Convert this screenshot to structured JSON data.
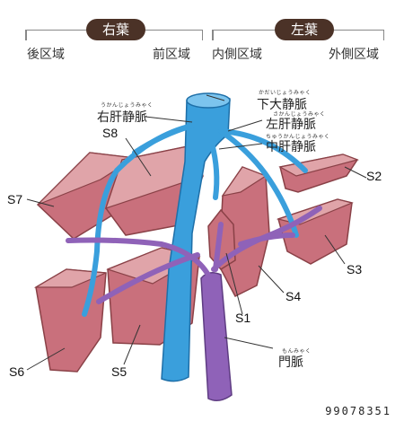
{
  "lobes": {
    "right": {
      "label": "右葉",
      "posterior": "後区域",
      "anterior": "前区域"
    },
    "left": {
      "label": "左葉",
      "medial": "内側区域",
      "lateral": "外側区域"
    }
  },
  "vessels": {
    "ivc": {
      "ruby": "かだいじょうみゃく",
      "label": "下大静脈"
    },
    "right_hepatic": {
      "ruby": "うかんじょうみゃく",
      "label": "右肝静脈"
    },
    "left_hepatic": {
      "ruby": "さかんじょうみゃく",
      "label": "左肝静脈"
    },
    "middle_hepatic": {
      "ruby": "ちゅうかんじょうみゃく",
      "label": "中肝静脈"
    },
    "portal": {
      "ruby": "もんみゃく",
      "label": "門脈"
    }
  },
  "segments": [
    "S1",
    "S2",
    "S3",
    "S4",
    "S5",
    "S6",
    "S7",
    "S8"
  ],
  "credit": "99078351",
  "colors": {
    "liver": "#c9707c",
    "liver_light": "#e0a4a9",
    "liver_edge": "#8a4147",
    "vein": "#3a9fdc",
    "vein_edge": "#1e6fa8",
    "portal": "#8f62b8",
    "portal_edge": "#5e3c82",
    "pill": "#4b3227"
  }
}
